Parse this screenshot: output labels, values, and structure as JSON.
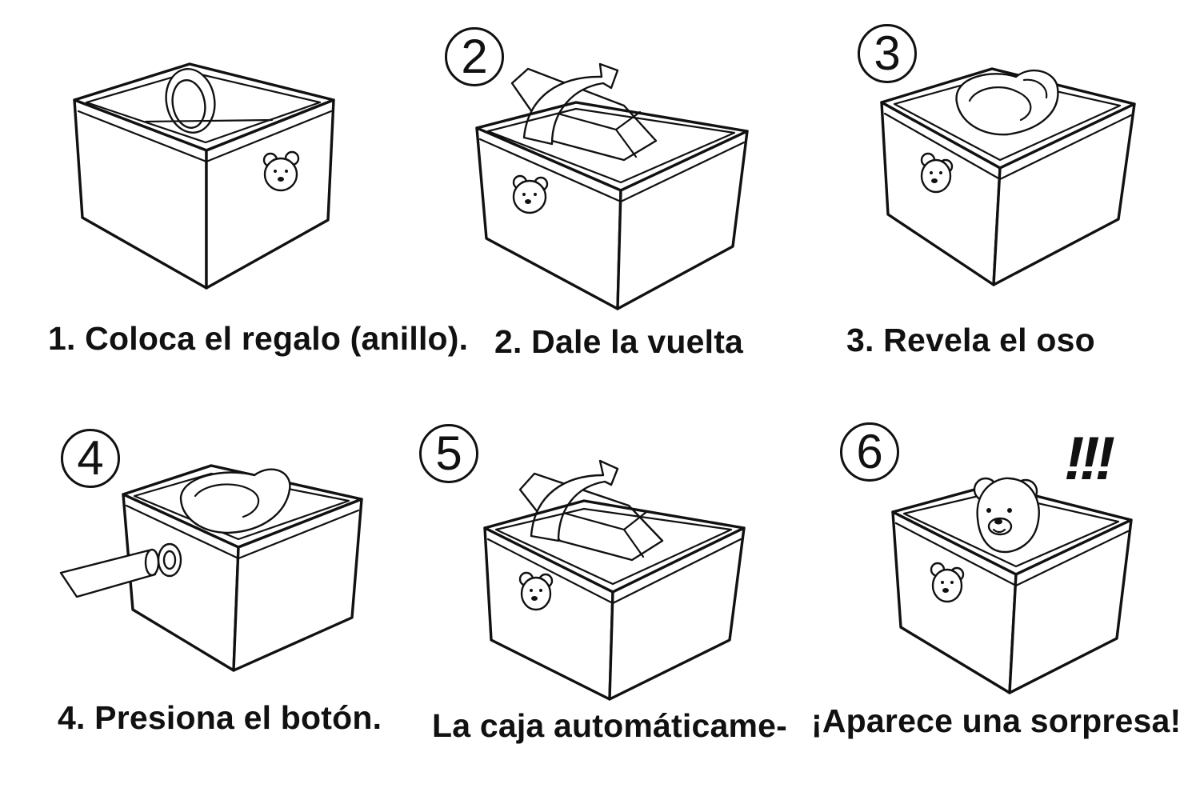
{
  "steps": [
    {
      "number": "",
      "caption": "1. Coloca el regalo (anillo)."
    },
    {
      "number": "2",
      "caption": "2. Dale la vuelta"
    },
    {
      "number": "3",
      "caption": "3. Revela el oso"
    },
    {
      "number": "4",
      "caption": "4. Presiona el botón."
    },
    {
      "number": "5",
      "caption": "La caja automáticame-"
    },
    {
      "number": "6",
      "caption": "¡Aparece una sorpresa!"
    }
  ],
  "exclamation": "!!!",
  "icons": [
    "box-icon",
    "ring-icon",
    "bear-face-icon",
    "curved-arrow-icon",
    "folded-lid-icon",
    "teddy-bear-icon",
    "pointer-lever-icon",
    "button-icon"
  ]
}
